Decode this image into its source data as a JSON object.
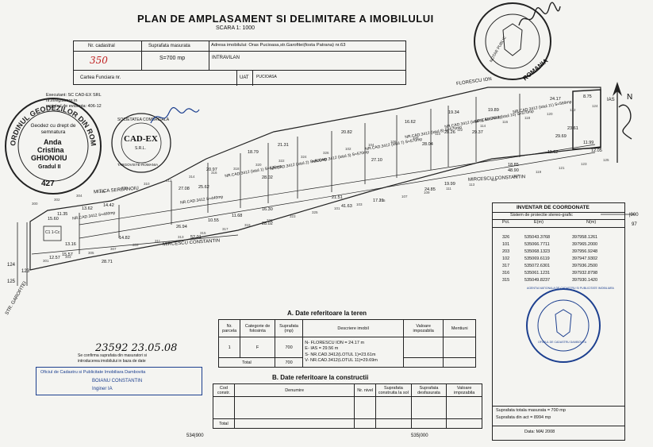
{
  "header": {
    "title": "PLAN DE AMPLASAMENT SI DELIMITARE A IMOBILULUI",
    "scale": "SCARA 1: 1000"
  },
  "infobox": {
    "nr_cadastral_label": "Nr. cadastral",
    "suprafata_label": "Suprafata masurata",
    "adresa_label": "Adresa imobilului: Oras Pucioasa,str.Garofitei(fosta Patrana) nr.63",
    "handwritten_no": "350",
    "suprafata_value": "S=700 mp",
    "intravilan": "INTRAVILAN",
    "carte_funciara_label": "Cartea Funciara nr.",
    "uat_label": "UAT",
    "uat_value": "PUCIOASA"
  },
  "executant": {
    "line1": "Executant: SC CAD-EX SRL",
    "line2": "nr.inregistrare in",
    "line3": "registrul de evidenta: 406-12"
  },
  "stamp_left": {
    "ring": "ORDINUL GEODEZILOR DIN ROMANIA",
    "body": "Geodez cu drept de semnatura",
    "name1": "Anda",
    "name2": "Cristina",
    "name3": "GHIONOIU",
    "grade": "Gradul II",
    "number": "427"
  },
  "stamp_company": {
    "ring_top": "SOCIETATEA COMERCIALA",
    "center": "CAD-EX",
    "sub": "S.R.L.",
    "ring_bottom": "TARGOVISTE-ROMANIA"
  },
  "stamp_top_right": {
    "ring": "ROMANIA",
    "inner": "NOTAR PUBLIC"
  },
  "plan_labels": {
    "florescu": "FLORESCU ION",
    "ias": "IAS",
    "mitica": "MITICA SERBANOIU",
    "mircescu_top": "MIRCESCU CONSTANTIN",
    "mircescu_bottom": "MIRCESCU CONSTANTIN",
    "str_garofitei": "STR. GAROFITEI",
    "lot1": "NR.CAD.3412 (lotul 1) S=570mp",
    "lot2": "NR.CAD.3412 (lotul 2) S=500mp",
    "lot3": "NR.CAD.3412 (lotul 3) S=570mp",
    "lot7": "NR.CAD.3412 (lotul 7) S=570mp",
    "lot8": "NR.CAD.3412 (lotul 8) S=570mp",
    "lot9": "NR.CAD.3412 (lotul 9) S=570mp",
    "lot10": "NR.CAD.3412 (lotul 10) S=570mp",
    "lot11": "NR.CAD.3412 (lotul 11) S=569mp",
    "lot_s460": "NR.CAD.3412 S=460mp",
    "lot_s440": "NR.CAD.3412 S=440mp",
    "c1": "C1 1-Cc",
    "dims": [
      "11.35",
      "15.60",
      "13.62",
      "14.42",
      "27.08",
      "20.97",
      "18.79",
      "21.31",
      "20.82",
      "16.62",
      "19.34",
      "19.89",
      "24.17",
      "52.01",
      "28.71",
      "28.02",
      "41.63",
      "24.85",
      "48.90",
      "17.21",
      "29.69",
      "23.61",
      "11.99",
      "12.05",
      "13.16",
      "12.57",
      "15.57",
      "14.82",
      "26.94",
      "10.55",
      "11.68",
      "16.30",
      "21.51",
      "19.99",
      "18.85",
      "11.62",
      "28.26",
      "27.10",
      "28.02",
      "28.04",
      "29.37",
      "8.75",
      "25.62"
    ],
    "points": [
      "300",
      "301",
      "302",
      "303",
      "304",
      "305",
      "306",
      "307",
      "308",
      "309",
      "310",
      "311",
      "312",
      "313",
      "314",
      "315",
      "316",
      "317",
      "318",
      "319",
      "320",
      "321",
      "322",
      "323",
      "324",
      "325",
      "326",
      "101",
      "102",
      "103",
      "104",
      "105",
      "106",
      "107",
      "108",
      "109",
      "110",
      "111",
      "112",
      "113",
      "114",
      "115",
      "116",
      "117",
      "118",
      "119",
      "120",
      "121",
      "122",
      "123",
      "124",
      "125"
    ],
    "north": "N"
  },
  "coords": {
    "title": "INVENTAR DE COORDONATE",
    "subtitle": "Sistem de proiectie stereo-grafic",
    "headers": [
      "Pct.",
      "E(m)",
      "N(m)"
    ],
    "rows": [
      [
        "326",
        "535043.3768",
        "397958.1261"
      ],
      [
        "101",
        "535066.7711",
        "397965.2000"
      ],
      [
        "203",
        "535068.1323",
        "397956.9248"
      ],
      [
        "102",
        "535069.6119",
        "397947.9302"
      ],
      [
        "317",
        "535072.6301",
        "397936.2500"
      ],
      [
        "316",
        "535061.1231",
        "397932.8798"
      ],
      [
        "315",
        "535049.8237",
        "397930.1420"
      ]
    ],
    "total_measured": "Suprafata totala masurata = 700 mp",
    "total_act": "Suprafata din act = 8994 mp",
    "date": "Data: MAI 2008"
  },
  "table_a": {
    "title": "A. Date referitoare la teren",
    "headers": [
      "Nr. parcela",
      "Categorie de folosinta",
      "Suprafata (mp)",
      "Descriere imobil",
      "Valoare impozabila",
      "Mentiuni"
    ],
    "row": {
      "nr": "1",
      "cat": "F",
      "supr": "700",
      "desc": [
        "N- FLORESCU ION = 24.17 m",
        "E- IAS = 29.56 m",
        "S- NR.CAD.3412(LOTUL 1)=23.61m",
        "V- NR.CAD.3412(LOTUL 11)=29.69m"
      ]
    },
    "total_label": "Total",
    "total_value": "700"
  },
  "table_b": {
    "title": "B. Date referitoare la constructii",
    "headers": [
      "Cod constr.",
      "Denumire",
      "Nr. nivel",
      "Suprafata construita la sol",
      "Suprafata desfasurata",
      "Valoare impozabila"
    ],
    "total_label": "Total"
  },
  "footer_left": {
    "handwritten": "23592 23.05.08",
    "note1": "Se confirma suprafata din masuratori si",
    "note2": "introducerea imobilului in baza de date",
    "ocpi": "Oficiul de Cadastru si Publicitate Imobiliara Dambovita",
    "name": "BOIANU CONSTANTIN",
    "role": "Inginer IA"
  },
  "stamp_anc": {
    "ring": "AGENTIA NATIONALA DE CADASTRU SI PUBLICITATE IMOBILIARA",
    "inner": "OFICIUL DE CADASTRU DAMBOVITA"
  },
  "margin_marks": {
    "m1": "534|900",
    "m2": "535|000",
    "m3": "|900",
    "m4": "97",
    "m5": "124",
    "m6": "123",
    "m7": "125"
  },
  "colors": {
    "stamp": "#1c3f8f",
    "ink": "#111111",
    "paper": "#f4f4f1"
  }
}
